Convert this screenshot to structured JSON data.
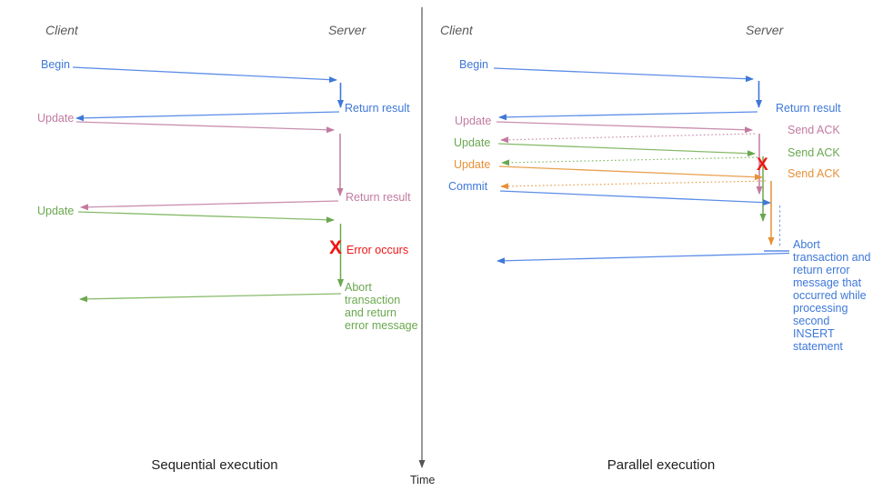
{
  "time_axis": {
    "label": "Time"
  },
  "colors": {
    "blue_text": "#3e78d8",
    "blue_line": "#5c8de8",
    "blue_light": "#7ba3ee",
    "pink_text": "#c27ba0",
    "pink_line": "#c98fad",
    "green_text": "#6aa84f",
    "green_line": "#87bb6a",
    "orange_text": "#e69138",
    "orange_line": "#e8a04f",
    "red": "#f01414",
    "axis_gray": "#555555"
  },
  "panels": {
    "left": {
      "client_header": "Client",
      "server_header": "Server",
      "title": "Sequential execution",
      "labels": {
        "begin": "Begin",
        "update1": "Update",
        "update2": "Update",
        "return1": "Return result",
        "return2": "Return result",
        "error_x": "X",
        "error": "Error occurs",
        "abort": "Abort transaction and return error message"
      }
    },
    "right": {
      "client_header": "Client",
      "server_header": "Server",
      "title": "Parallel execution",
      "labels": {
        "begin": "Begin",
        "update1": "Update",
        "update2": "Update",
        "update3": "Update",
        "commit": "Commit",
        "return1": "Return result",
        "ack1": "Send ACK",
        "ack2": "Send ACK",
        "ack3": "Send ACK",
        "error_x": "X",
        "abort": "Abort transaction and return error message that occurred while processing second INSERT statement"
      }
    }
  }
}
